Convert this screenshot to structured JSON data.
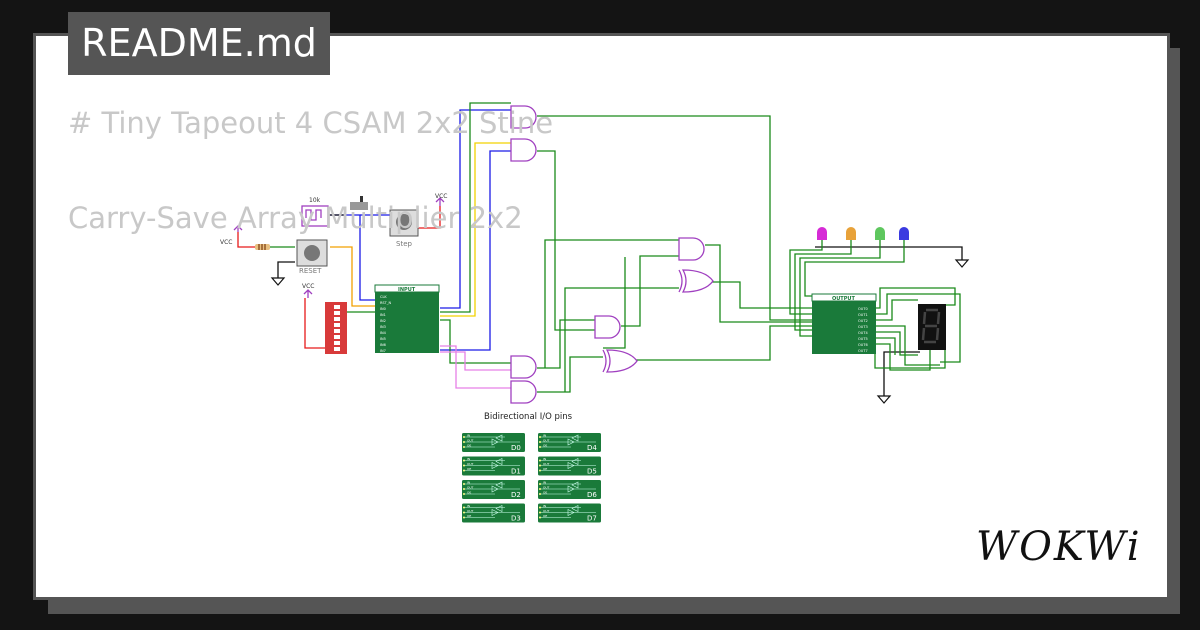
{
  "header": {
    "file_tab": "README.md"
  },
  "readme": {
    "line1": "# Tiny Tapeout 4 CSAM 2x2 Stine",
    "line2": "Carry-Save Array Multiplier 2x2"
  },
  "circuit": {
    "vcc_label": "VCC",
    "resistor_label": "10k",
    "step_button": "Step",
    "reset_button": "RESET",
    "input_chip": {
      "title": "INPUT",
      "pins": [
        "CLK",
        "RST_N",
        "IN0",
        "IN1",
        "IN2",
        "IN3",
        "IN4",
        "IN5",
        "IN6",
        "IN7"
      ]
    },
    "output_chip": {
      "title": "OUTPUT",
      "pins": [
        "OUT0",
        "OUT1",
        "OUT2",
        "OUT3",
        "OUT4",
        "OUT5",
        "OUT6",
        "OUT7"
      ]
    },
    "bidir_title": "Bidirectional I/O pins",
    "bidir_pin_labels": [
      "IN",
      "OUT",
      "OE"
    ],
    "bidir_pins": [
      "D0",
      "D1",
      "D2",
      "D3",
      "D4",
      "D5",
      "D6",
      "D7"
    ],
    "led_colors": [
      "#d62bd6",
      "#e8a23a",
      "#5ec75e",
      "#3a3ae0"
    ],
    "wire_colors": {
      "green": "#1a8a1a",
      "blue": "#1a1ae6",
      "yellow": "#f2d200",
      "red": "#e61a1a",
      "orange": "#f2a000",
      "pink": "#e680e6",
      "black": "#111111"
    }
  },
  "brand": {
    "logo": "WOKWi"
  }
}
